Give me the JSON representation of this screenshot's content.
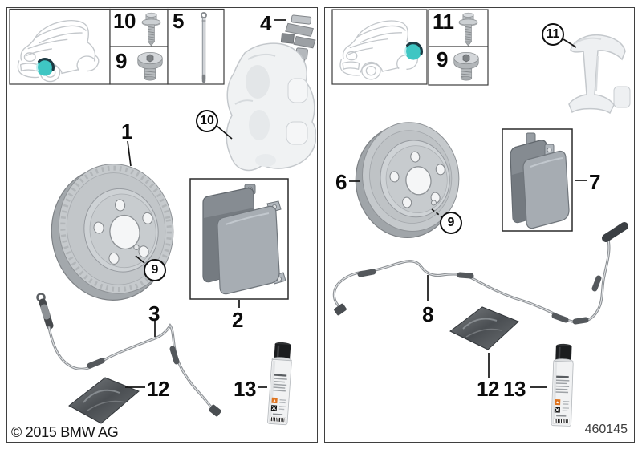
{
  "footer": {
    "copyright": "© 2015 BMW AG",
    "diagram_number": "460145"
  },
  "colors": {
    "accent": "#3fc6c3",
    "line_art": "#c3c7cb",
    "callout_line": "#111111"
  },
  "front": {
    "inset_screw": "10",
    "inset_plug": "9",
    "inset_pin": "5",
    "label_clip": "4",
    "label_disc": "1",
    "label_pads": "2",
    "label_sensor": "3",
    "label_grease": "12",
    "label_cleaner": "13",
    "callout_caliper": "10",
    "callout_set_screw": "9"
  },
  "rear": {
    "inset_screw": "11",
    "inset_plug": "9",
    "label_disc": "6",
    "label_pads": "7",
    "label_sensor": "8",
    "label_grease": "12",
    "label_cleaner": "13",
    "callout_carrier": "11",
    "callout_set_screw": "9"
  }
}
